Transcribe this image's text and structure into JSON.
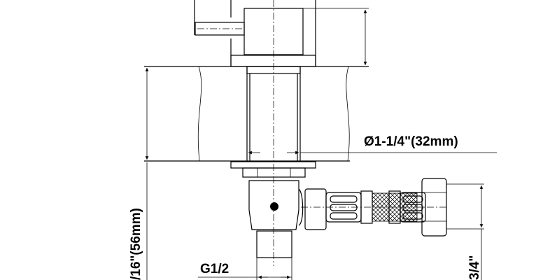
{
  "drawing": {
    "labels": {
      "diameter": "Ø1-1/4\"(32mm)",
      "thread": "G1/2",
      "height": "/16\"(56mm)",
      "hose_thread": "3/4\""
    },
    "colors": {
      "line": "#000000",
      "background": "#ffffff"
    }
  }
}
